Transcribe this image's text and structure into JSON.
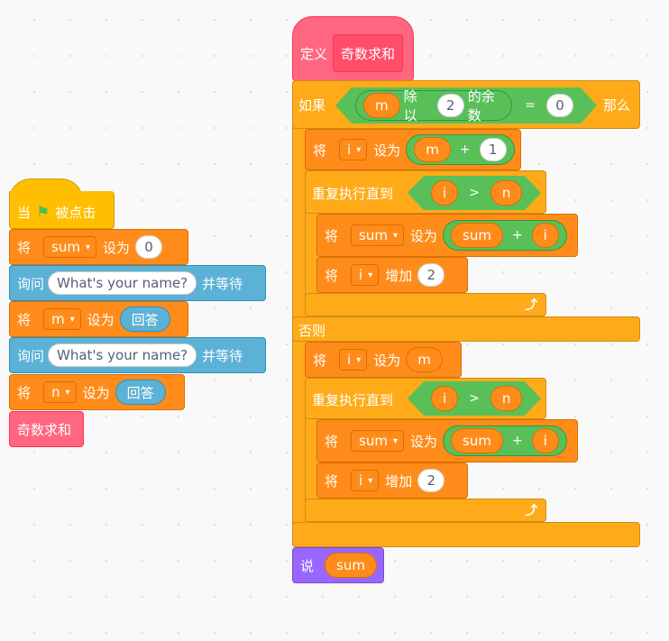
{
  "canvas": {
    "background": "#f9f9f9"
  },
  "main_script": {
    "hat": {
      "when": "当",
      "flag_icon": "green-flag-icon",
      "clicked": "被点击"
    },
    "set_sum": {
      "verb": "将",
      "var": "sum",
      "to": "设为",
      "value": "0"
    },
    "ask1": {
      "verb": "询问",
      "question": "What's your name?",
      "wait": "并等待"
    },
    "set_m": {
      "verb": "将",
      "var": "m",
      "to": "设为",
      "value": "回答"
    },
    "ask2": {
      "verb": "询问",
      "question": "What's your name?",
      "wait": "并等待"
    },
    "set_n": {
      "verb": "将",
      "var": "n",
      "to": "设为",
      "value": "回答"
    },
    "call": {
      "label": "奇数求和"
    }
  },
  "define_script": {
    "define": {
      "keyword": "定义",
      "name": "奇数求和"
    },
    "if": {
      "keyword": "如果",
      "var": "m",
      "mod": "除以",
      "divisor": "2",
      "remainder": "的余数",
      "eq": "=",
      "eq_value": "0",
      "then": "那么"
    },
    "then_branch": {
      "set_i": {
        "verb": "将",
        "var": "i",
        "to": "设为",
        "arg": "m",
        "plus": "+",
        "value": "1"
      },
      "repeat": {
        "keyword": "重复执行直到",
        "left": "i",
        "gt": ">",
        "right": "n"
      },
      "set_sum": {
        "verb": "将",
        "var": "sum",
        "to": "设为",
        "arg1": "sum",
        "plus": "+",
        "arg2": "i"
      },
      "change_i": {
        "verb": "将",
        "var": "i",
        "by": "增加",
        "value": "2"
      }
    },
    "else_label": "否则",
    "else_branch": {
      "set_i": {
        "verb": "将",
        "var": "i",
        "to": "设为",
        "value": "m"
      },
      "repeat": {
        "keyword": "重复执行直到",
        "left": "i",
        "gt": ">",
        "right": "n"
      },
      "set_sum": {
        "verb": "将",
        "var": "sum",
        "to": "设为",
        "arg1": "sum",
        "plus": "+",
        "arg2": "i"
      },
      "change_i": {
        "verb": "将",
        "var": "i",
        "by": "增加",
        "value": "2"
      }
    },
    "say": {
      "verb": "说",
      "value": "sum"
    }
  },
  "icons": {
    "dropdown": "▾",
    "loop_arrow": "⤴"
  },
  "colors": {
    "events": "#FFBF00",
    "data": "#FF8C1A",
    "sensing": "#5CB1D6",
    "custom": "#FF6680",
    "control": "#FFAB19",
    "operators": "#59C059",
    "looks": "#9966FF"
  }
}
